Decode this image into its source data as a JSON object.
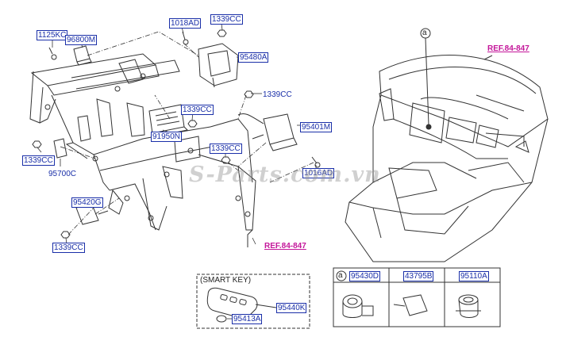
{
  "labels": {
    "l_1125KC": "1125KC",
    "l_96800M": "96800M",
    "l_1018AD": "1018AD",
    "l_1339CC_a": "1339CC",
    "l_95480A": "95480A",
    "l_1339CC_b": "1339CC",
    "l_1339CC_c": "1339CC",
    "l_95401M": "95401M",
    "l_91950N": "91950N",
    "l_1339CC_d": "1339CC",
    "l_1339CC_e": "1339CC",
    "l_95700C": "95700C",
    "l_1016AD": "1016AD",
    "l_95420G": "95420G",
    "l_1339CC_f": "1339CC",
    "l_95440K": "95440K",
    "l_95413A": "95413A",
    "l_95430D": "95430D",
    "l_43795B": "43795B",
    "l_95110A": "95110A"
  },
  "refs": {
    "ref_top": "REF.84-847",
    "ref_bottom": "REF.84-847"
  },
  "smart_key_title": "(SMART KEY)",
  "callout_a": "a",
  "watermark": "S-Parts.com.vn",
  "colors": {
    "label": "#1a2fa8",
    "ref": "#c4169a",
    "line": "#333333"
  }
}
